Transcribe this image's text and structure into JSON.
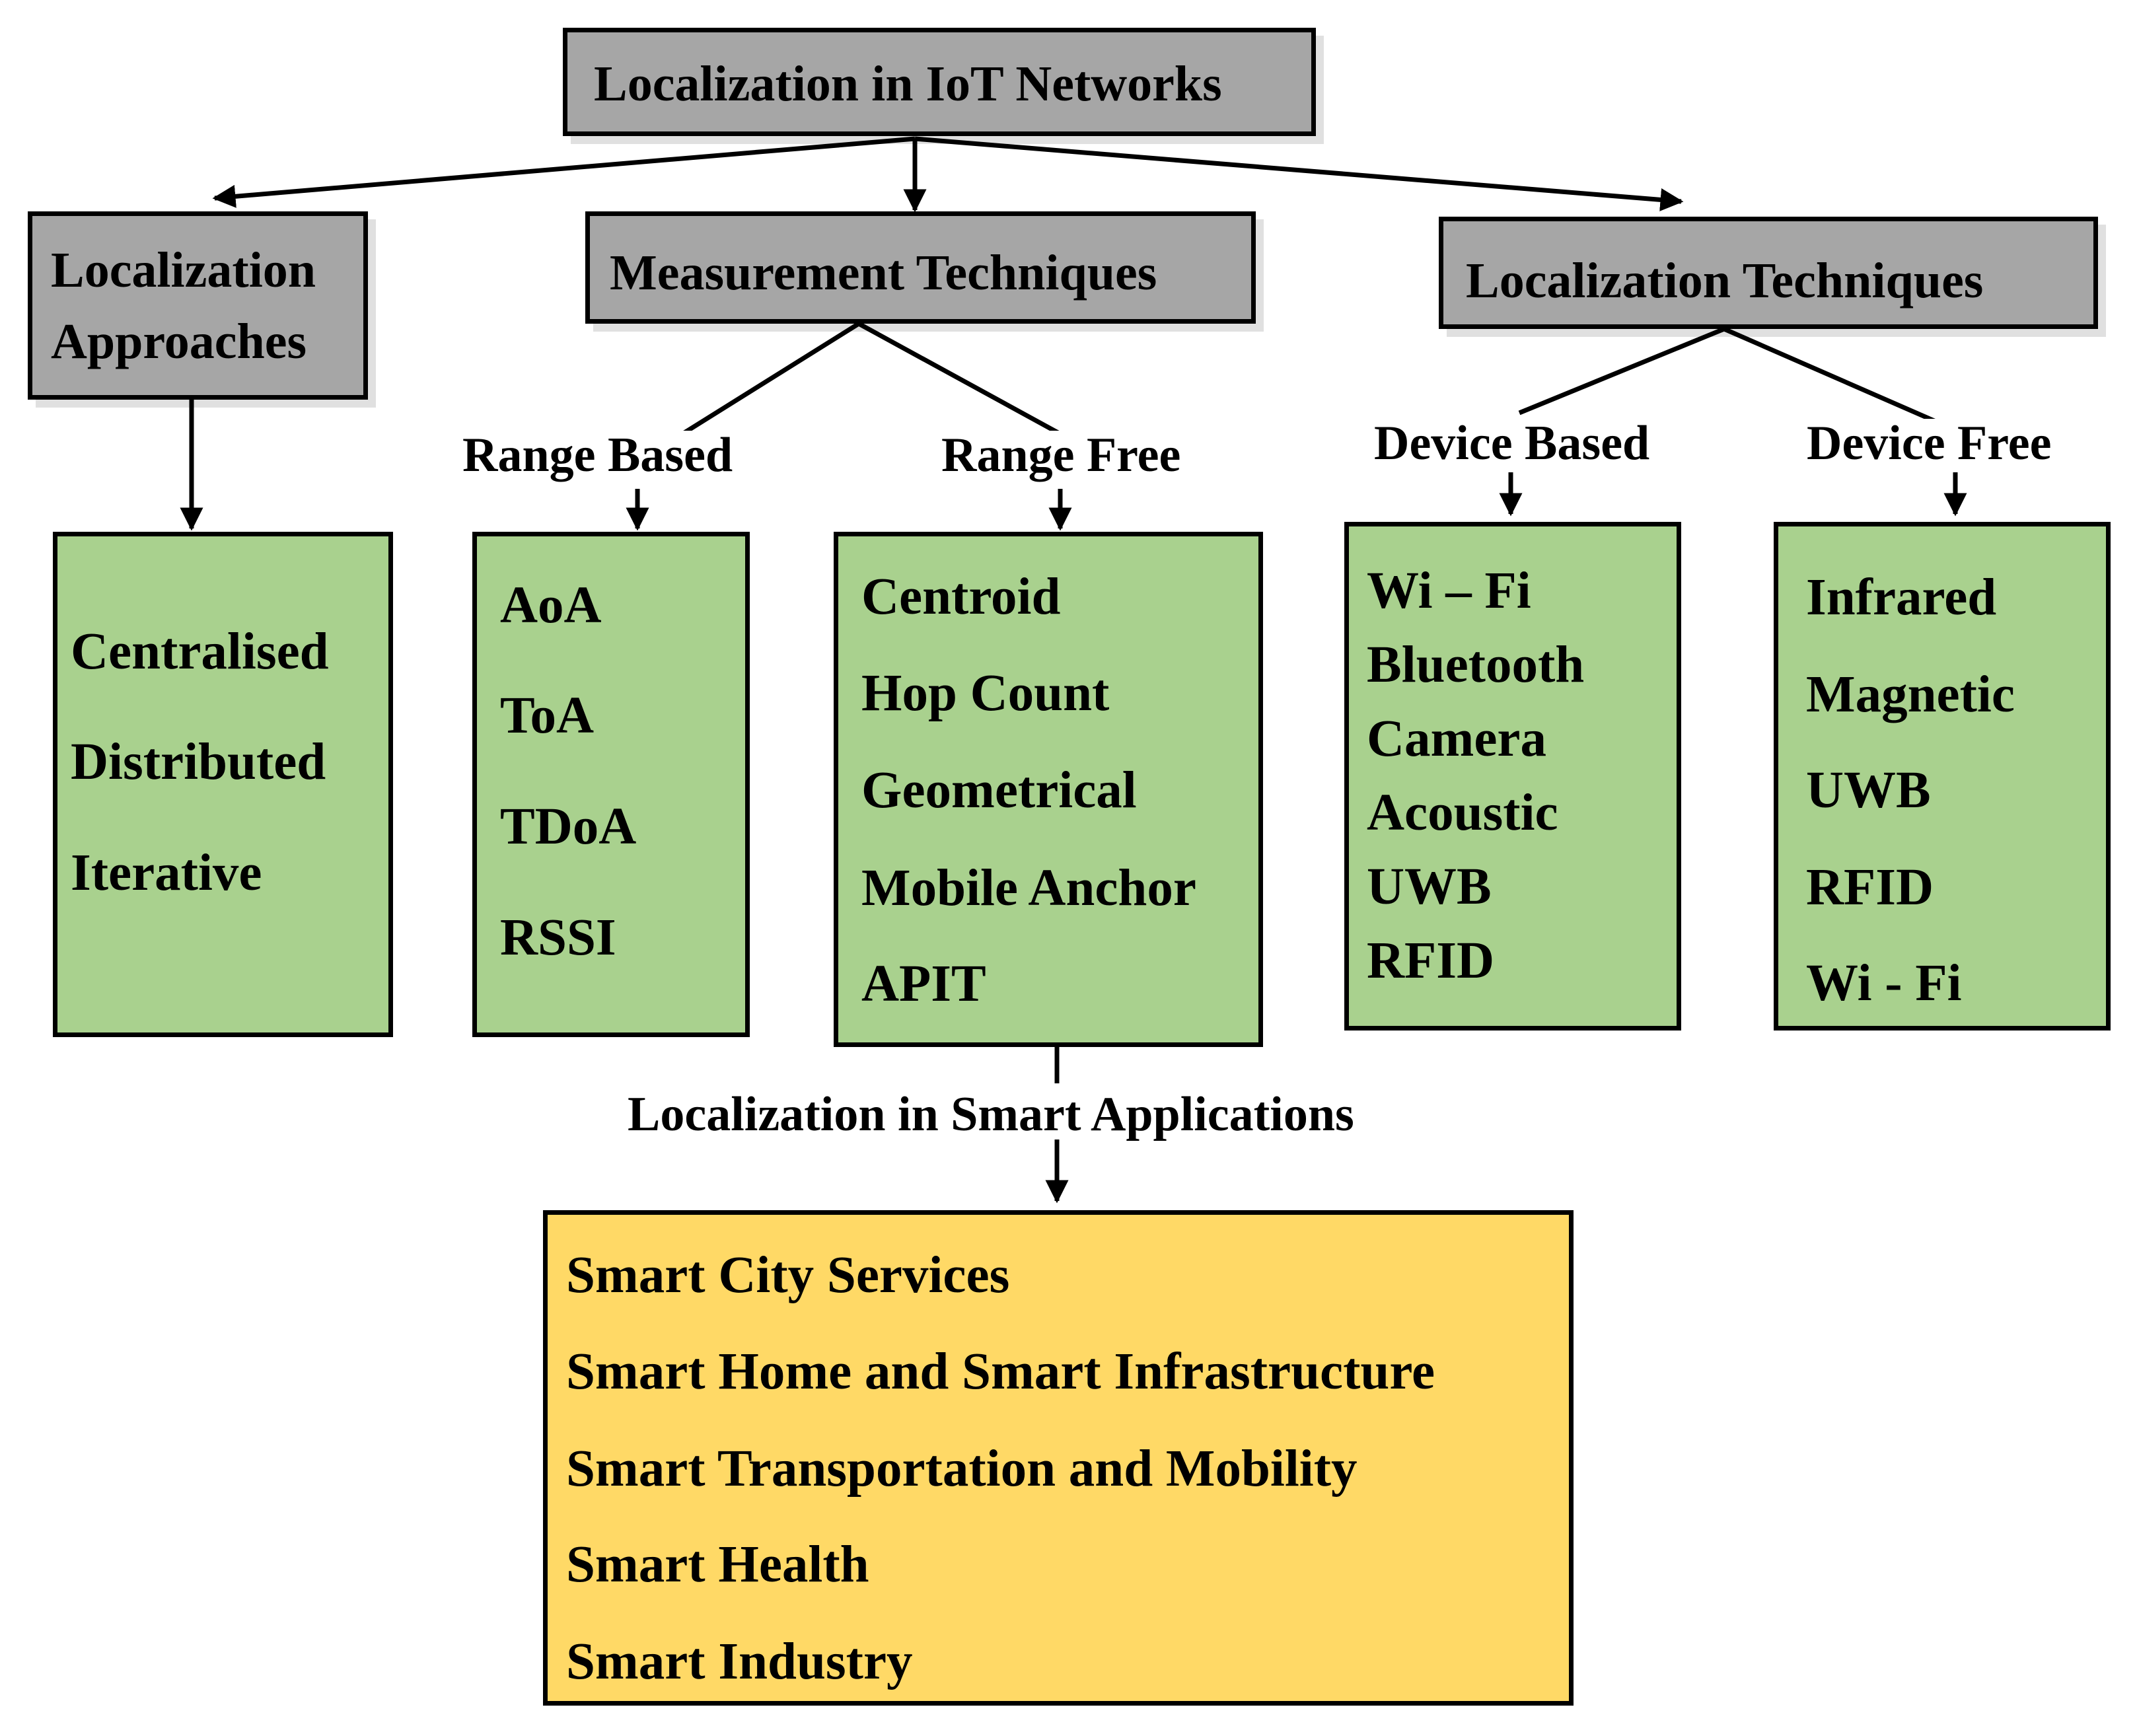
{
  "root": {
    "title": "Localization in IoT Networks"
  },
  "categories": {
    "approaches": {
      "title_line1": "Localization",
      "title_line2": "Approaches",
      "items": [
        "Centralised",
        "Distributed",
        "Iterative"
      ]
    },
    "measurement": {
      "title": "Measurement Techniques",
      "range_based": {
        "label": "Range Based",
        "items": [
          "AoA",
          "ToA",
          "TDoA",
          "RSSI"
        ]
      },
      "range_free": {
        "label": "Range Free",
        "items": [
          "Centroid",
          "Hop Count",
          "Geometrical",
          "Mobile Anchor",
          "APIT"
        ]
      }
    },
    "techniques": {
      "title": "Localization Techniques",
      "device_based": {
        "label": "Device Based",
        "items": [
          "Wi – Fi",
          "Bluetooth",
          "Camera",
          "Acoustic",
          "UWB",
          "RFID"
        ]
      },
      "device_free": {
        "label": "Device Free",
        "items": [
          "Infrared",
          "Magnetic",
          "UWB",
          "RFID",
          "Wi - Fi"
        ]
      }
    }
  },
  "applications": {
    "label": "Localization in Smart Applications",
    "items": [
      "Smart City Services",
      "Smart Home and Smart Infrastructure",
      "Smart Transportation and Mobility",
      "Smart Health",
      "Smart Industry"
    ]
  },
  "colors": {
    "header_fill": "#a6a6a6",
    "leaf_fill": "#a9d18e",
    "application_fill": "#ffd966",
    "line": "#000000"
  }
}
